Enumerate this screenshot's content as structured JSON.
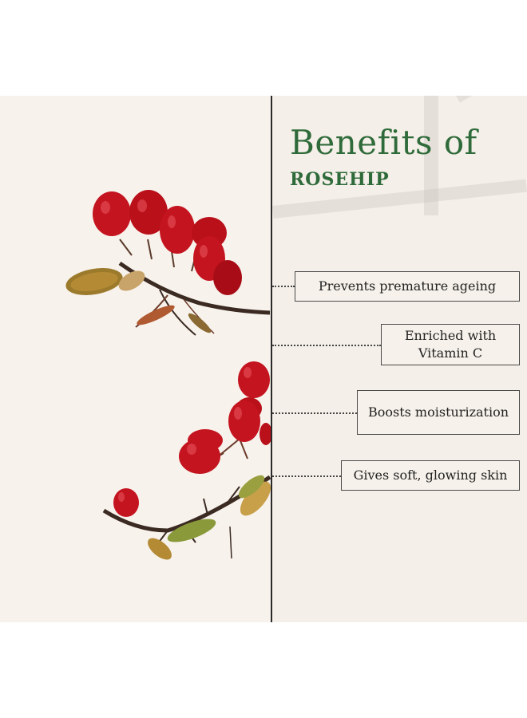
{
  "heading": {
    "title": "Benefits of",
    "subtitle": "ROSEHIP"
  },
  "benefits": [
    {
      "label": "Prevents premature ageing"
    },
    {
      "label": "Enriched with\nVitamin C"
    },
    {
      "label": "Boosts moisturization"
    },
    {
      "label": "Gives soft, glowing skin"
    }
  ],
  "colors": {
    "title_green": "#2f6b3a",
    "berry_red": "#c4141f",
    "panel_bg": "#f6f1ea",
    "divider": "#2a2a2a"
  }
}
